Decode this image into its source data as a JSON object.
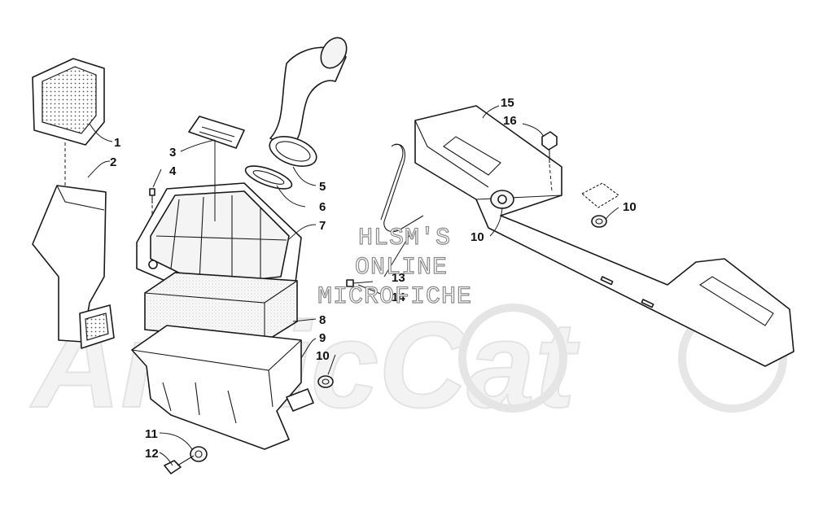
{
  "watermark": {
    "logo_text": "ArcticCat",
    "line1": "HLSM'S",
    "line2": "ONLINE",
    "line3": "MICROFICHE"
  },
  "callouts": [
    {
      "id": "c1",
      "label": "1"
    },
    {
      "id": "c2",
      "label": "2"
    },
    {
      "id": "c3",
      "label": "3"
    },
    {
      "id": "c4",
      "label": "4"
    },
    {
      "id": "c5",
      "label": "5"
    },
    {
      "id": "c6",
      "label": "6"
    },
    {
      "id": "c7",
      "label": "7"
    },
    {
      "id": "c8",
      "label": "8"
    },
    {
      "id": "c9",
      "label": "9"
    },
    {
      "id": "c10a",
      "label": "10"
    },
    {
      "id": "c11",
      "label": "11"
    },
    {
      "id": "c12",
      "label": "12"
    },
    {
      "id": "c13",
      "label": "13"
    },
    {
      "id": "c14",
      "label": "14"
    },
    {
      "id": "c15",
      "label": "15"
    },
    {
      "id": "c16",
      "label": "16"
    },
    {
      "id": "c10b",
      "label": "10"
    },
    {
      "id": "c10c",
      "label": "10"
    }
  ]
}
